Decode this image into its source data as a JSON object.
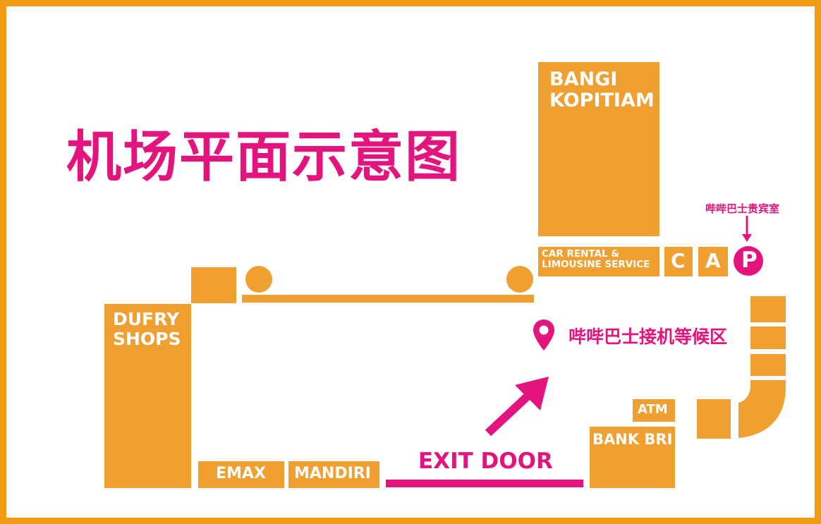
{
  "title": "机场平面示意图",
  "labels": {
    "bangi": "BANGI\nKOPITIAM",
    "car_rental": "CAR RENTAL &\nLIMOUSINE SERVICE",
    "c": "C",
    "a": "A",
    "p": "P",
    "vip_lounge": "哔哔巴士贵宾室",
    "pickup": "哔哔巴士接机等候区",
    "dufry": "DUFRY\nSHOPS",
    "emax": "EMAX",
    "mandiri": "MANDIRI",
    "exit_door": "EXIT DOOR",
    "atm": "ATM",
    "bank_bri": "BANK BRI"
  },
  "colors": {
    "border": "#f39c12",
    "block": "#f0a030",
    "accent": "#e4147e",
    "parking": "#e4147e"
  },
  "icons": {
    "pickup_marker": "location-pin-icon",
    "direction": "arrow-up-right-icon",
    "vip_pointer": "arrow-down-icon",
    "parking": "parking-icon"
  }
}
